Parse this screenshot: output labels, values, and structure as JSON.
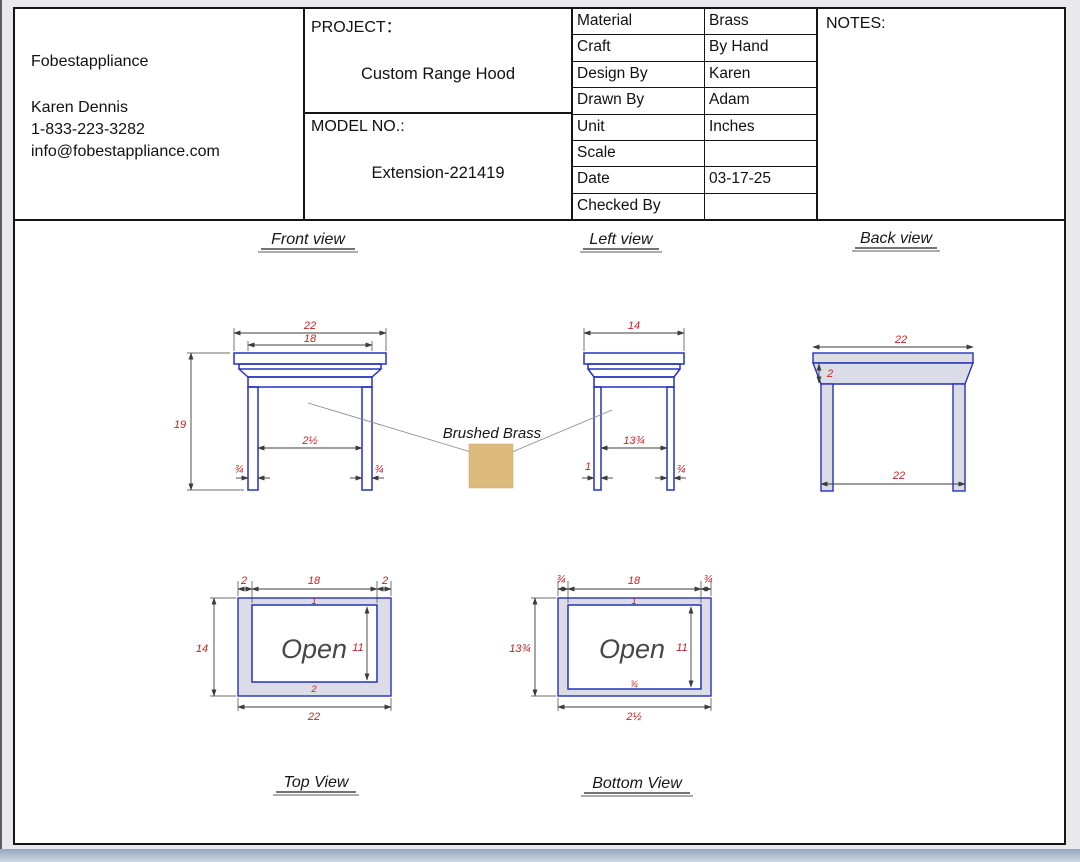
{
  "title_block": {
    "company": {
      "name": "Fobestappliance",
      "contact_name": "Karen Dennis",
      "phone": "1-833-223-3282",
      "email": "info@fobestappliance.com"
    },
    "project": {
      "label": "PROJECT：",
      "name": "Custom Range Hood",
      "model_label": "MODEL NO.:",
      "model_number": "Extension-221419"
    },
    "specs": [
      {
        "label": "Material",
        "value": "Brass"
      },
      {
        "label": "Craft",
        "value": "By Hand"
      },
      {
        "label": "Design By",
        "value": "Karen"
      },
      {
        "label": "Drawn By",
        "value": "Adam"
      },
      {
        "label": "Unit",
        "value": "Inches"
      },
      {
        "label": "Scale",
        "value": ""
      },
      {
        "label": "Date",
        "value": "03-17-25"
      },
      {
        "label": "Checked By",
        "value": ""
      }
    ],
    "notes_label": "NOTES:"
  },
  "drawing": {
    "colors": {
      "object_line": "#2531be",
      "panel_fill": "#dcdce6",
      "dimension_text": "#c92121",
      "dimension_line": "#3c3c3c",
      "brass_swatch": "#ddbb7d"
    },
    "front_view": {
      "label": "Front view",
      "dims": {
        "outer_width": "22",
        "inner_width": "18",
        "height": "19",
        "inner_span": "2½",
        "left_leg": "¾",
        "right_leg": "¾"
      }
    },
    "left_view": {
      "label": "Left view",
      "dims": {
        "outer_width": "14",
        "inner_span": "13¾",
        "left_leg": "1",
        "right_leg": "¾"
      }
    },
    "back_view": {
      "label": "Back view",
      "dims": {
        "top_width": "22",
        "crown_height": "2",
        "bottom_width": "22"
      }
    },
    "top_view": {
      "label": "Top View",
      "open_label": "Open",
      "dims": {
        "left_wall": "2",
        "inner_width": "18",
        "right_wall": "2",
        "top_wall": "1",
        "inner_height": "11",
        "outer_height": "14",
        "bottom_wall": "2",
        "outer_width": "22"
      }
    },
    "bottom_view": {
      "label": "Bottom View",
      "open_label": "Open",
      "dims": {
        "left_wall": "¾",
        "inner_width": "18",
        "right_wall": "¾",
        "top_wall": "1",
        "inner_height": "11",
        "outer_height": "13¾",
        "bottom_wall": "¾",
        "outer_width": "2½"
      }
    },
    "material_callout": {
      "label": "Brushed Brass"
    }
  }
}
